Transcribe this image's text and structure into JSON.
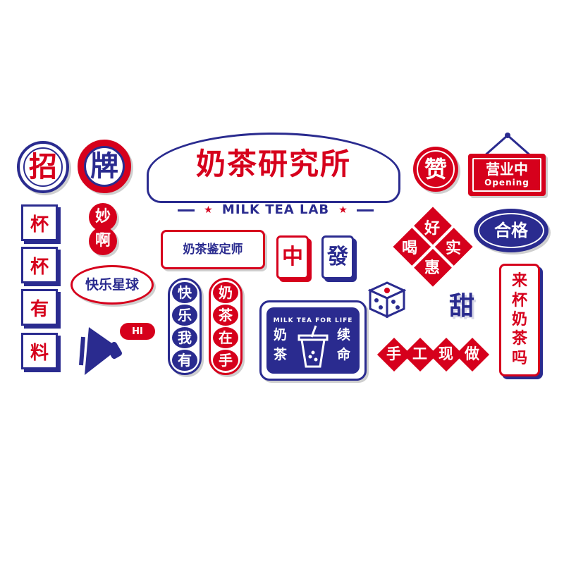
{
  "signs": {
    "zhao": "招",
    "pai": "牌",
    "cup_stack": [
      "杯",
      "杯",
      "有",
      "料"
    ],
    "miao": "妙",
    "a": "啊",
    "happy_planet": "快乐星球",
    "hi": "HI",
    "main_title": "奶茶研究所",
    "lab_subtitle": "MILK TEA LAB",
    "tasting": "奶茶鉴定师",
    "zhong": "中",
    "fa": "發",
    "left_pill": [
      "快",
      "乐",
      "我",
      "有"
    ],
    "right_pill": [
      "奶",
      "茶",
      "在",
      "手"
    ],
    "life_title": "MILK TEA FOR LIFE",
    "life_left": [
      "奶",
      "茶"
    ],
    "life_right": [
      "续",
      "命"
    ],
    "zan": "赞",
    "opening_cn": "营业中",
    "opening_en": "Opening",
    "diamond": [
      "好",
      "喝",
      "实",
      "惠"
    ],
    "qualified": "合格",
    "sweet": "甜",
    "handmade": [
      "手",
      "工",
      "现",
      "做"
    ],
    "come_cup": [
      "来",
      "杯",
      "奶",
      "茶",
      "吗"
    ]
  },
  "colors": {
    "red": "#d6001c",
    "blue": "#2a2b8f",
    "white": "#ffffff"
  }
}
